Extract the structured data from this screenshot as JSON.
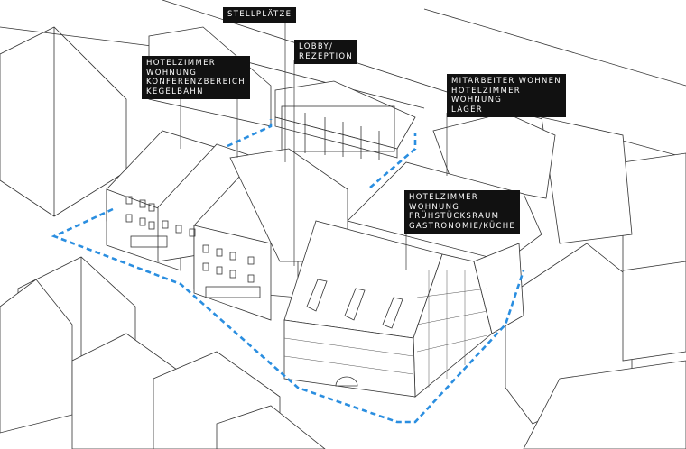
{
  "labels": {
    "stellplaetze": [
      "STELLPLÄTZE"
    ],
    "lobby": [
      "LOBBY/",
      "REZEPTION"
    ],
    "left_building": [
      "HOTELZIMMER",
      "WOHNUNG",
      "KONFERENZBEREICH",
      "KEGELBAHN"
    ],
    "right_back": [
      "MITARBEITER WOHNEN",
      "HOTELZIMMER",
      "WOHNUNG",
      "LAGER"
    ],
    "main_building": [
      "HOTELZIMMER",
      "WOHNUNG",
      "FRÜHSTÜCKSRAUM",
      "GASTRONOMIE/KÜCHE"
    ]
  },
  "colors": {
    "boundary": "#2a8ee0",
    "line": "#333333",
    "label_bg": "#111111"
  }
}
